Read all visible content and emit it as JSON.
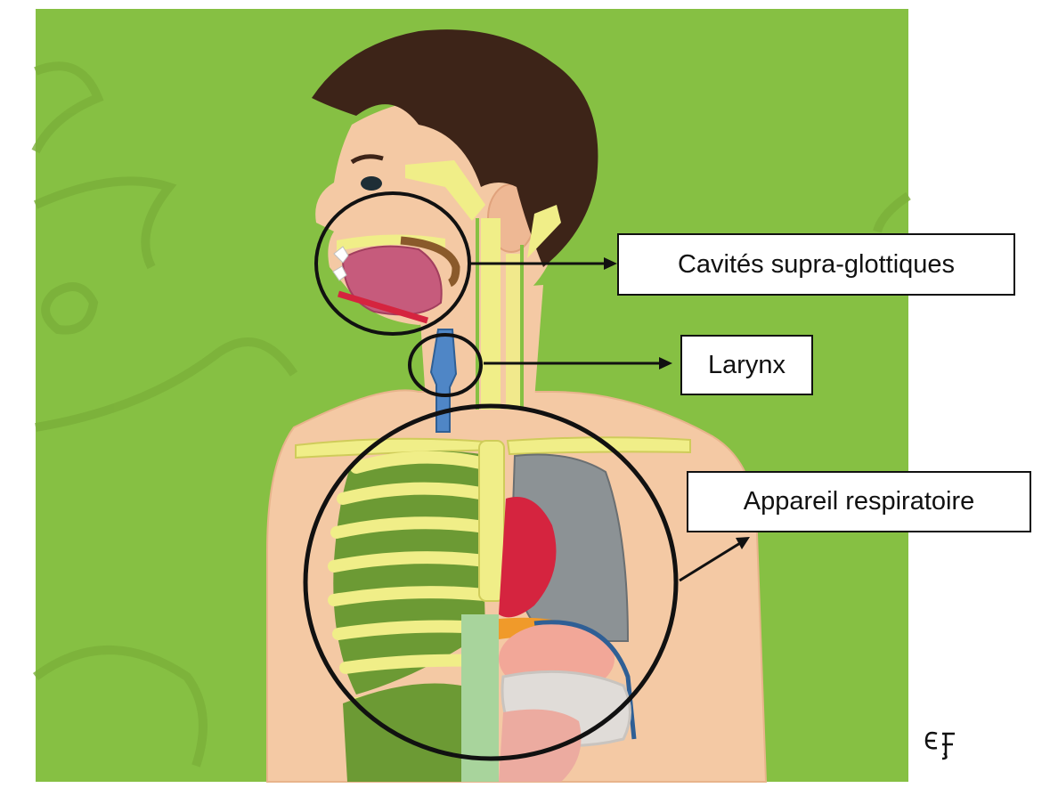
{
  "labels": {
    "supra_glottic": "Cavités supra-glottiques",
    "larynx": "Larynx",
    "respiratory": "Appareil respiratoire"
  },
  "signature": "EF",
  "colors": {
    "background_green": "#86c043",
    "skin": "#f4c9a4",
    "hair": "#3d2418",
    "bone": "#f0ee88",
    "lung_green": "#6c9a34",
    "heart": "#d5243f",
    "lung_grey": "#8c9295",
    "trachea_blue": "#4f86c6",
    "tongue": "#c65b7c",
    "outline": "#111111"
  }
}
